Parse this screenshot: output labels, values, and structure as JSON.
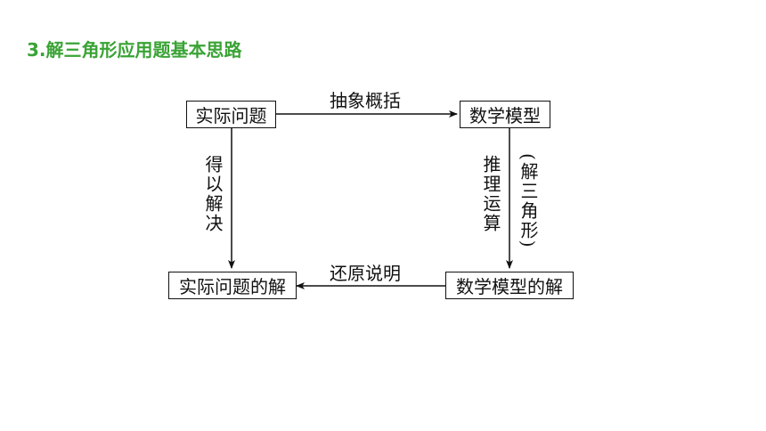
{
  "heading": {
    "number": "3.",
    "text": "解三角形应用题基本思路",
    "color": "#3aa335"
  },
  "boxes": {
    "actual_problem": "实际问题",
    "math_model": "数学模型",
    "actual_solution": "实际问题的解",
    "model_solution": "数学模型的解"
  },
  "edges": {
    "abstract": "抽象概括",
    "solved": "得以解决",
    "reasoning": "推理运算",
    "triangle": "(解三角形)",
    "restore": "还原说明"
  }
}
